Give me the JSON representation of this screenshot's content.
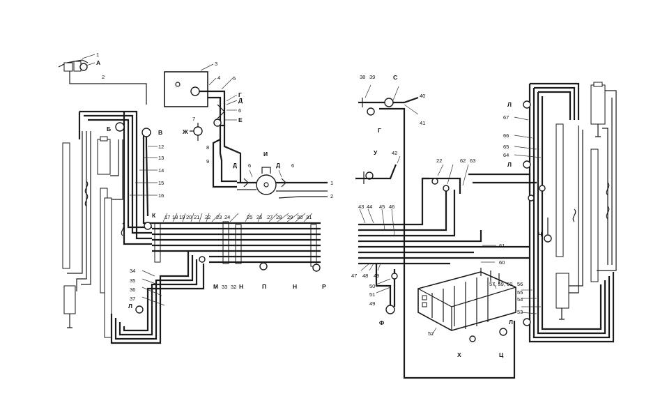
{
  "labels": {
    "n1": "1",
    "A": "А",
    "n2": "2",
    "n3": "3",
    "n4": "4",
    "n5": "5",
    "G": "Г",
    "D": "Д",
    "n6": "6",
    "n7": "7",
    "E": "Е",
    "Zh": "Ж",
    "n8": "8",
    "n9": "9",
    "B": "Б",
    "V": "В",
    "n12": "12",
    "n13": "13",
    "n14": "14",
    "n15": "15",
    "n16": "16",
    "I": "И",
    "D1": "Д",
    "n6a": "6",
    "D2": "Д",
    "n6b": "6",
    "out1": "1",
    "out2": "2",
    "K": "К",
    "n17": "17",
    "n18": "18",
    "n19": "19",
    "n20": "20",
    "n21": "21",
    "n22": "22",
    "n23": "23",
    "n24": "24",
    "n25": "25",
    "n26": "26",
    "n27": "27",
    "n28": "28",
    "n29": "29",
    "n30": "30",
    "n31": "31",
    "n34": "34",
    "n35": "35",
    "n36": "36",
    "n37": "37",
    "L1": "Л",
    "M": "М",
    "n33": "33",
    "n32": "32",
    "N1": "Н",
    "P": "П",
    "N2": "Н",
    "R": "Р",
    "n38": "38",
    "n39": "39",
    "S": "С",
    "n40": "40",
    "n41": "41",
    "G2": "Г",
    "U": "У",
    "n42": "42",
    "n43": "43",
    "n44": "44",
    "n45": "45",
    "n46": "46",
    "n47": "47",
    "n48": "48",
    "n49": "49",
    "n50": "50",
    "n51": "51",
    "n49b": "49",
    "F": "Ф",
    "n52": "52",
    "Kh": "Х",
    "Ts": "Ц",
    "n22b": "22",
    "n62": "62",
    "n63": "63",
    "n61": "61",
    "n60": "60",
    "n57": "57, 59, 60",
    "n56": "56",
    "n55": "55",
    "n54": "54",
    "n53": "53",
    "L2": "Л",
    "n67": "67",
    "n66": "66",
    "n65": "65",
    "n64": "64",
    "L3": "Л",
    "Ch": "Ч",
    "L4": "Л"
  }
}
